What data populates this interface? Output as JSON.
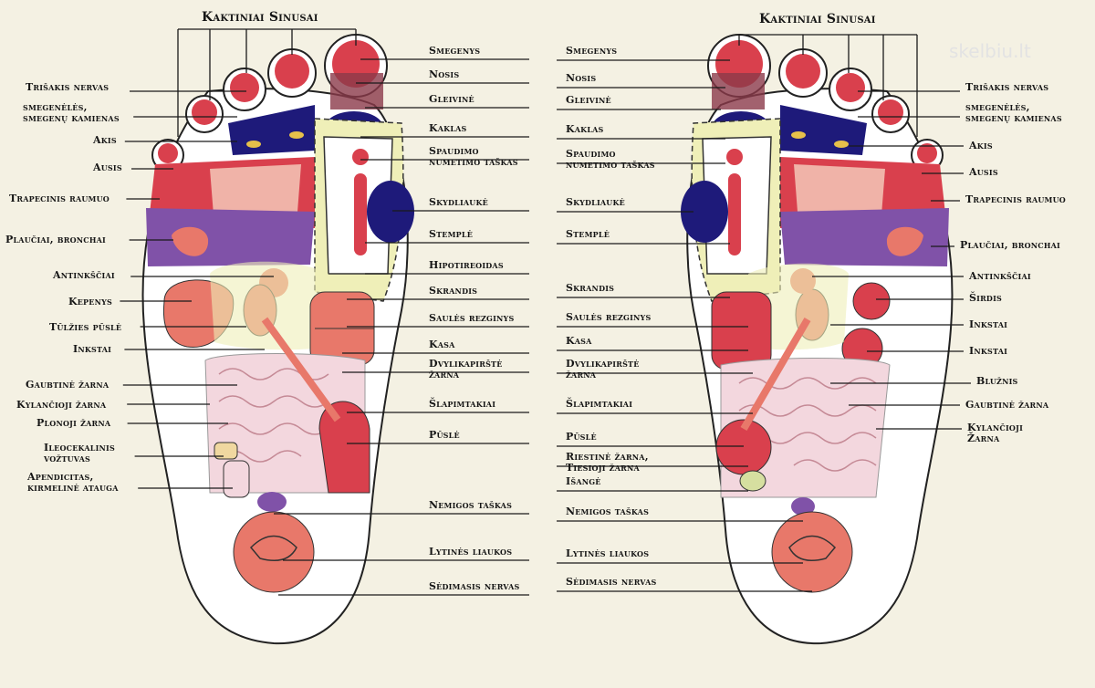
{
  "title_top": "Kaktiniai Sinusai",
  "watermark": "skelbiu.lt",
  "left_labels": [
    "Trišakis nervas",
    "smegenėlės,\nsmegenų kamienas",
    "Akis",
    "Ausis",
    "Trapecinis raumuo",
    "Plaučiai, bronchai",
    "Antinkščiai",
    "Kepenys",
    "Tūlžies pūslė",
    "Inkstai",
    "Gaubtinė žarna",
    "Kylančioji žarna",
    "Plonoji žarna",
    "Ileocekalinis\nvožtuvas",
    "Apendicitas,\nkirmelinė atauga"
  ],
  "center_left_labels": [
    "Smegenys",
    "Nosis",
    "Gleivinė",
    "Kaklas",
    "Spaudimo\nnumetimo taškas",
    "Skydliaukė",
    "Stemplė",
    "Hipotireoidas",
    "Skrandis",
    "Saulės rezginys",
    "Kasa",
    "Dvylikapirštė\nžarna",
    "Šlapimtakiai",
    "Pūslė",
    "Nemigos taškas",
    "Lytinės liaukos",
    "Sėdimasis nervas"
  ],
  "center_right_labels": [
    "Smegenys",
    "Nosis",
    "Gleivinė",
    "Kaklas",
    "Spaudimo\nnumetimo taškas",
    "Skydliaukė",
    "Stemplė",
    "Skrandis",
    "Saulės rezginys",
    "Kasa",
    "Dvylikapirštė\nžarna",
    "Šlapimtakiai",
    "Pūslė",
    "Riestinė žarna,\nTiesioji žarna",
    "Išangė",
    "Nemigos taškas",
    "Lytinės liaukos",
    "Sėdimasis nervas"
  ],
  "right_labels": [
    "Trišakis nervas",
    "smegenėlės,\nsmegenų kamienas",
    "Akis",
    "Ausis",
    "Trapecinis raumuo",
    "Plaučiai, bronchai",
    "Antinkščiai",
    "Širdis",
    "Inkstai",
    "Inkstai",
    "Blužnis",
    "Gaubtinė žarna",
    "Kylančioji\nŽarna"
  ],
  "colors": {
    "background": "#f4f1e3",
    "skin": "#ffffff",
    "outline": "#222222",
    "red": "#d9404d",
    "pink": "#e9a0a6",
    "purple": "#8052a8",
    "navy": "#1e1a7a",
    "yellow": "#efefb8",
    "salmon": "#e8786a",
    "intestine": "#f3d7de"
  }
}
